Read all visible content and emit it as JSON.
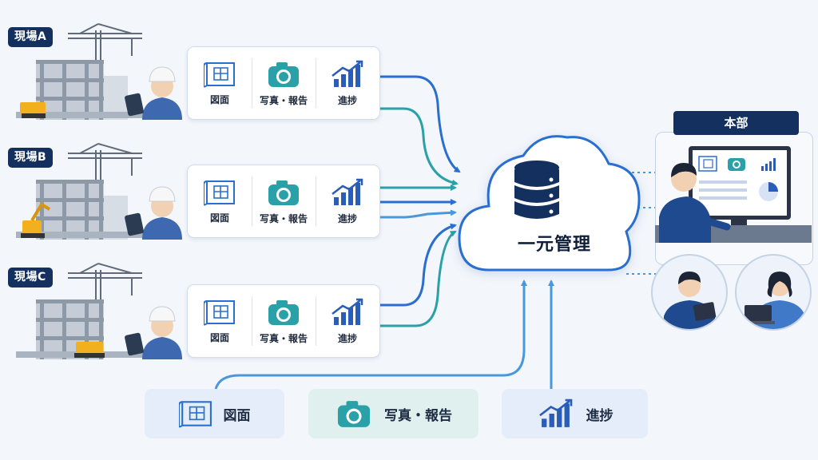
{
  "sites": [
    {
      "label": "現場A"
    },
    {
      "label": "現場B"
    },
    {
      "label": "現場C"
    }
  ],
  "card_items": {
    "drawing": "図面",
    "photo_report": "写真・報告",
    "progress": "進捗"
  },
  "center": {
    "label": "一元管理"
  },
  "hq": {
    "label": "本部"
  },
  "bottom": {
    "drawing": "図面",
    "photo_report": "写真・報告",
    "progress": "進捗"
  },
  "colors": {
    "navy": "#13305e",
    "blue": "#2a6fd0",
    "teal": "#2aa0a8",
    "light_blue": "#4a98dc"
  }
}
